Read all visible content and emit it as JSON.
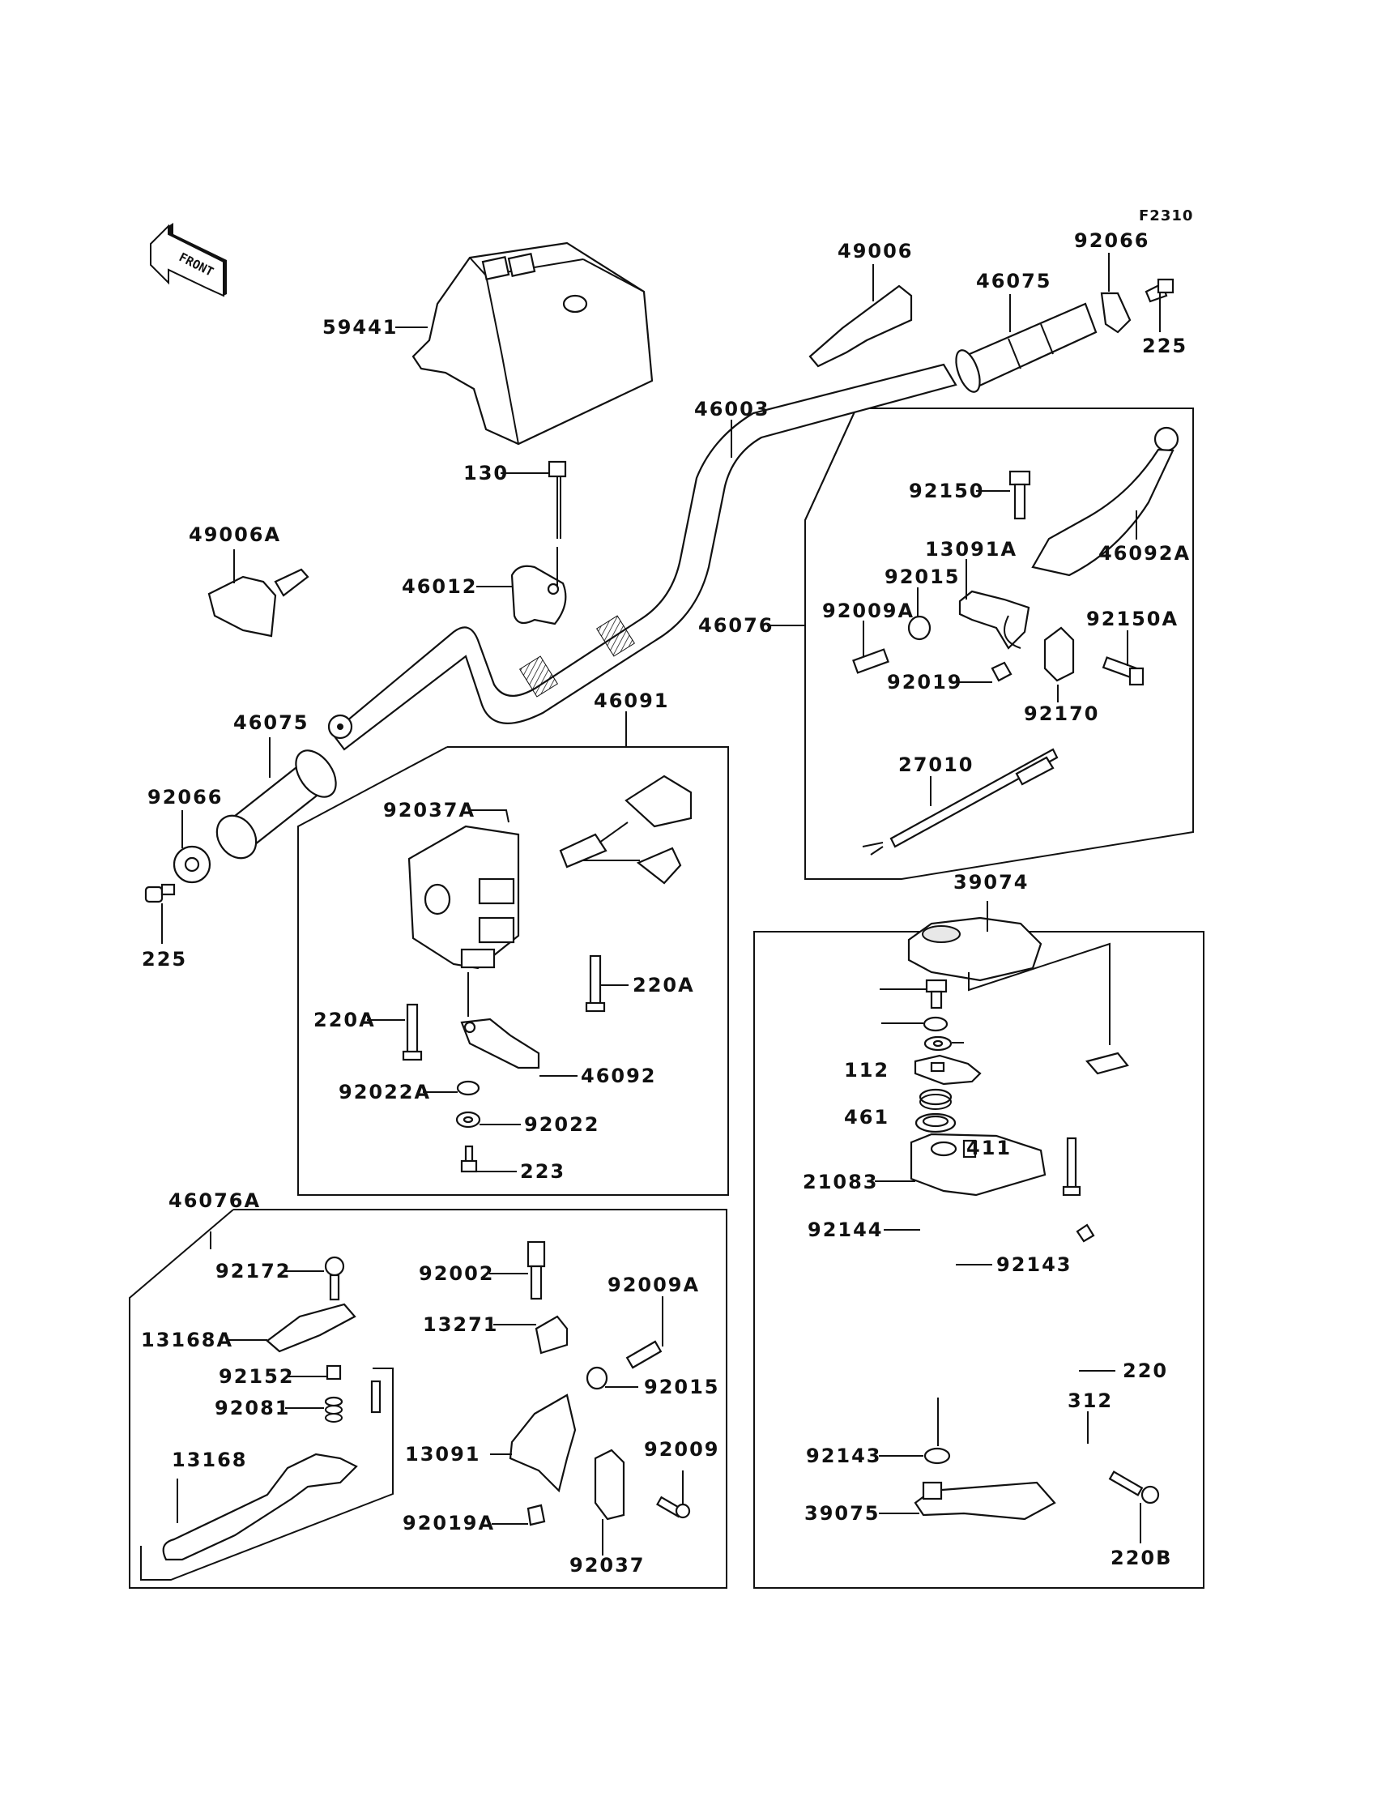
{
  "figure_id": "F2310",
  "front_indicator": "FRONT",
  "parts": {
    "p59441": "59441",
    "p49006": "49006",
    "p46075_r": "46075",
    "p92066_r": "92066",
    "p225_r": "225",
    "p46003": "46003",
    "p130": "130",
    "p49006A": "49006A",
    "p46012": "46012",
    "p46075_l": "46075",
    "p92066_l": "92066",
    "p225_l": "225",
    "p46091": "46091",
    "p92037A": "92037A",
    "p220A_r": "220A",
    "p220A_l": "220A",
    "p46092": "46092",
    "p92022A": "92022A",
    "p92022": "92022",
    "p223": "223",
    "p46076": "46076",
    "p92150": "92150",
    "p13091A": "13091A",
    "p46092A": "46092A",
    "p92015_a": "92015",
    "p92009A_a": "92009A",
    "p92150A": "92150A",
    "p92019": "92019",
    "p92170": "92170",
    "p27010": "27010",
    "p39074": "39074",
    "p112": "112",
    "p461": "461",
    "p411": "411",
    "p21083": "21083",
    "p92144": "92144",
    "p92143_a": "92143",
    "p220": "220",
    "p312": "312",
    "p92143_b": "92143",
    "p39075": "39075",
    "p220B": "220B",
    "p46076A": "46076A",
    "p92172": "92172",
    "p13168A": "13168A",
    "p92152": "92152",
    "p92081": "92081",
    "p13168": "13168",
    "p92002": "92002",
    "p13271": "13271",
    "p92009A_b": "92009A",
    "p92015_b": "92015",
    "p13091": "13091",
    "p92009": "92009",
    "p92019A": "92019A",
    "p92037": "92037"
  }
}
